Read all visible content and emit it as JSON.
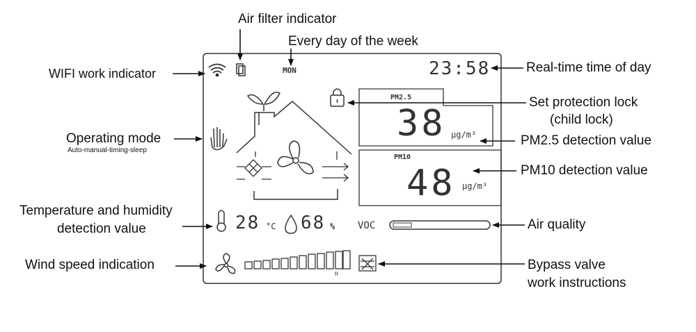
{
  "callouts": {
    "air_filter": "Air filter indicator",
    "day_of_week": "Every day of the week",
    "wifi": "WIFI work indicator",
    "realtime": "Real-time time of day",
    "protection_lock_1": "Set protection lock",
    "protection_lock_2": "(child lock)",
    "operating_mode": "Operating mode",
    "operating_mode_sub": "Auto-manual-timing-sleep",
    "pm25_value": "PM2.5 detection value",
    "pm10_value": "PM10 detection value",
    "temp_hum_1": "Temperature and humidity",
    "temp_hum_2": "detection value",
    "air_quality": "Air quality",
    "wind_speed": "Wind speed indication",
    "bypass_1": "Bypass valve",
    "bypass_2": "work instructions"
  },
  "display": {
    "day": "MON",
    "time": "23:58",
    "pm25_title": "PM2.5",
    "pm25_reading": "38",
    "pm25_unit": "μg/m³",
    "pm10_title": "PM10",
    "pm10_reading": "48",
    "pm10_unit": "μg/m³",
    "temperature": "28",
    "temperature_unit": "°C",
    "humidity": "68",
    "humidity_unit": "%",
    "voc_label": "VOC",
    "wind_mark": "H"
  },
  "icons": [
    "wifi-icon",
    "filter-icon",
    "lock-icon",
    "hand-icon",
    "house-icon",
    "leaf-icon",
    "fan-icon",
    "thermometer-icon",
    "droplet-icon",
    "bypass-valve-icon",
    "wind-fan-icon"
  ],
  "colors": {
    "ink": "#111111",
    "lcd": "#333333",
    "background": "#ffffff"
  }
}
